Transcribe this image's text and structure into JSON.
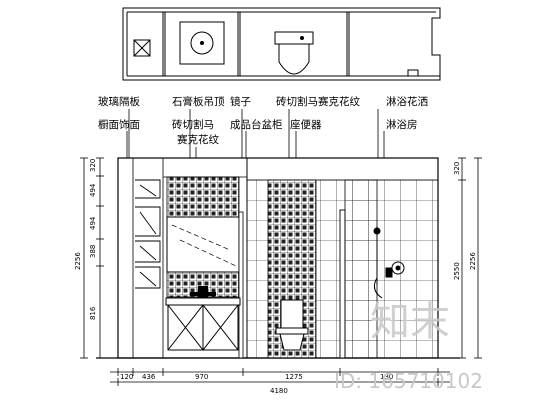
{
  "labels": {
    "row1": {
      "glass_partition": "玻璃隔板",
      "gypsum_ceiling": "石膏板吊顶",
      "mirror": "镜子",
      "brick_mosaic": "砖切割马赛克花纹",
      "shower_head": "淋浴花洒"
    },
    "row2": {
      "cabinet_facing": "橱面饰面",
      "brick_mosaic_a": "砖切割马",
      "brick_mosaic_b": "赛克花纹",
      "finished_basin": "成品台盆柜",
      "toilet": "座便器",
      "shower_room": "淋浴房"
    }
  },
  "dimensions": {
    "left_segments": [
      "320",
      "494",
      "494",
      "388",
      "816"
    ],
    "left_total": "2256",
    "right_upper": "320",
    "right_lower": "2550",
    "right_total": "2256",
    "bottom_segments": [
      "120",
      "436",
      "970",
      "1275",
      "130"
    ],
    "bottom_total": "4180"
  },
  "watermark": {
    "brand": "知末",
    "id_text": "ID: 165710102"
  }
}
